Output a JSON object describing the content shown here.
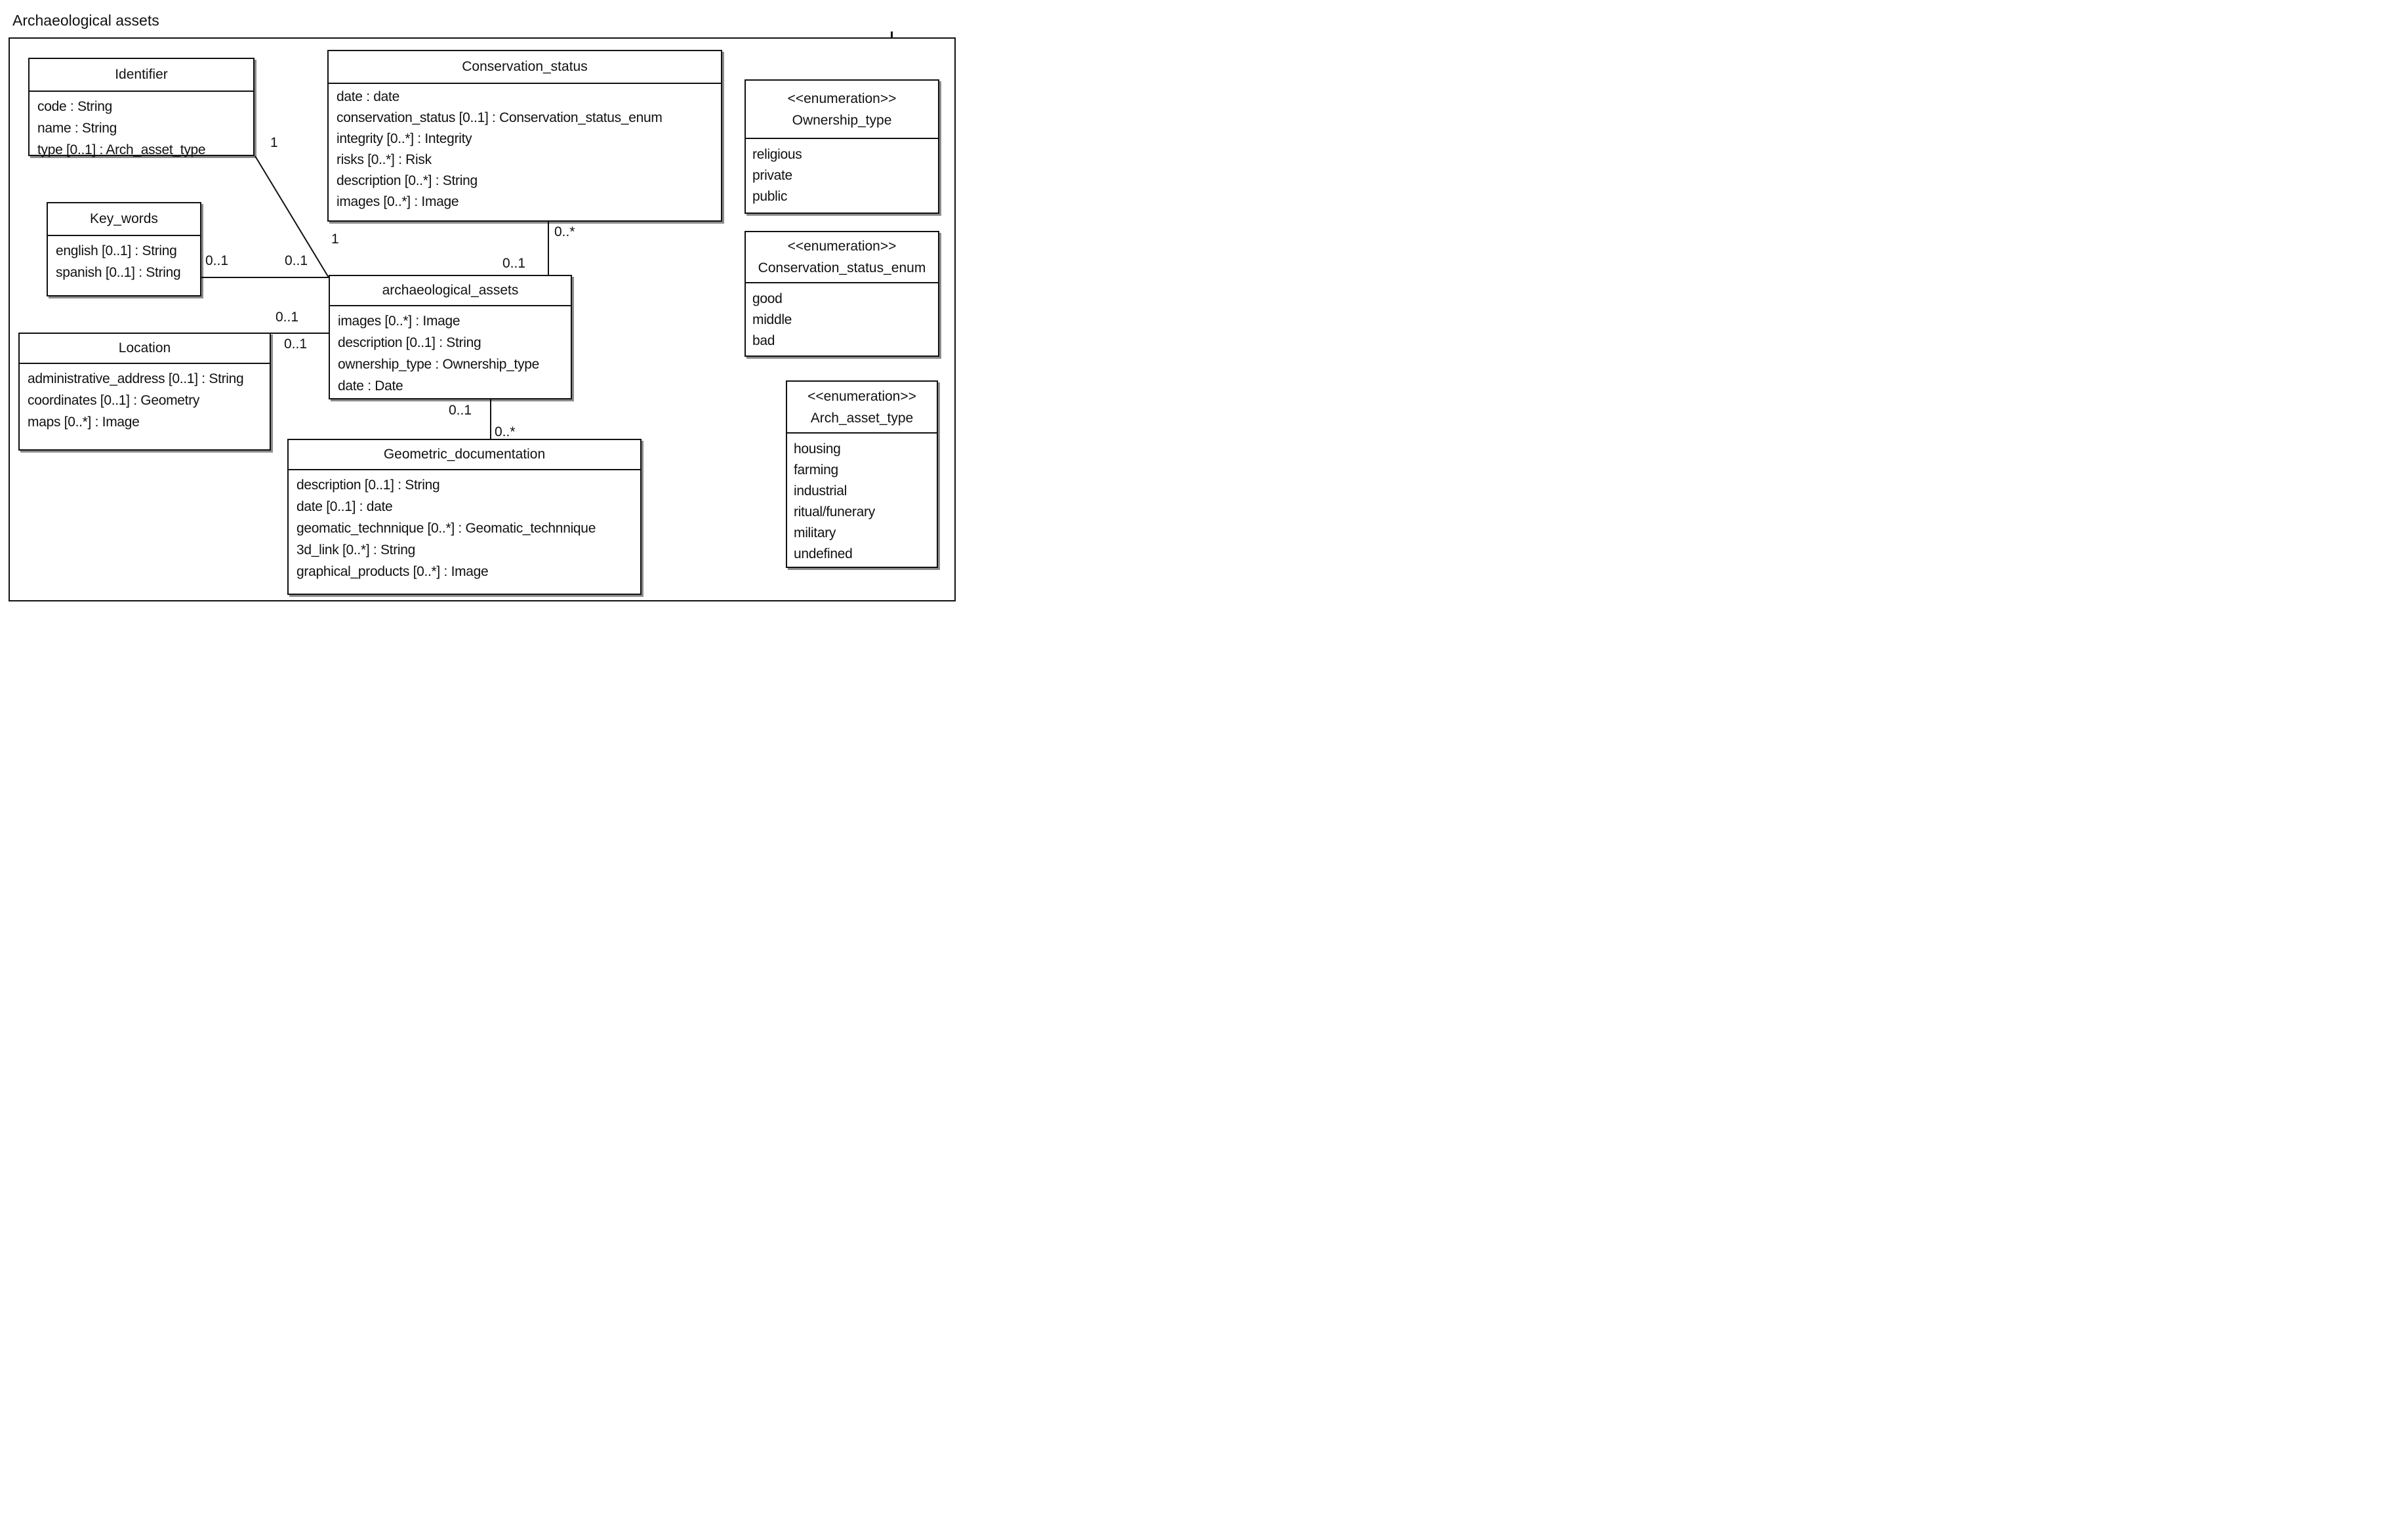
{
  "diagram": {
    "title": "Archaeological assets",
    "colors": {
      "line": "#111111",
      "background": "#ffffff",
      "shadow": "rgba(0,0,0,0.45)"
    },
    "classes": [
      {
        "name": "Identifier",
        "attributes": [
          "code : String",
          "name : String",
          "type [0..1] : Arch_asset_type"
        ]
      },
      {
        "name": "Conservation_status",
        "attributes": [
          "date : date",
          "conservation_status [0..1] : Conservation_status_enum",
          "integrity [0..*] : Integrity",
          "risks [0..*] : Risk",
          "description [0..*] : String",
          "images [0..*] : Image"
        ]
      },
      {
        "name": "Key_words",
        "attributes": [
          "english [0..1] : String",
          "spanish [0..1] : String"
        ]
      },
      {
        "name": "archaeological_assets",
        "attributes": [
          "images [0..*] : Image",
          "description [0..1] : String",
          "ownership_type : Ownership_type",
          "date : Date"
        ]
      },
      {
        "name": "Location",
        "attributes": [
          "administrative_address [0..1] : String",
          "coordinates [0..1] : Geometry",
          "maps [0..*] : Image"
        ]
      },
      {
        "name": "Geometric_documentation",
        "attributes": [
          "description [0..1] : String",
          "date [0..1] : date",
          "geomatic_technnique [0..*] : Geomatic_technnique",
          "3d_link [0..*] : String",
          "graphical_products [0..*] : Image"
        ]
      }
    ],
    "enums": [
      {
        "stereotype": "<<enumeration>>",
        "name": "Ownership_type",
        "values": [
          "religious",
          "private",
          "public"
        ]
      },
      {
        "stereotype": "<<enumeration>>",
        "name": "Conservation_status_enum",
        "values": [
          "good",
          "middle",
          "bad"
        ]
      },
      {
        "stereotype": "<<enumeration>>",
        "name": "Arch_asset_type",
        "values": [
          "housing",
          "farming",
          "industrial",
          "ritual/funerary",
          "military",
          "undefined"
        ]
      }
    ],
    "associations": [
      {
        "from": "Identifier",
        "to": "archaeological_assets",
        "from_multiplicity": "1",
        "to_multiplicity": "1"
      },
      {
        "from": "Key_words",
        "to": "archaeological_assets",
        "from_multiplicity": "0..1",
        "to_multiplicity": "0..1"
      },
      {
        "from": "Conservation_status",
        "to": "archaeological_assets",
        "from_multiplicity": "0..*",
        "to_multiplicity": "0..1"
      },
      {
        "from": "Location",
        "to": "archaeological_assets",
        "from_multiplicity": "0..1",
        "to_multiplicity": "0..1"
      },
      {
        "from": "Geometric_documentation",
        "to": "archaeological_assets",
        "from_multiplicity": "0..*",
        "to_multiplicity": "0..1"
      }
    ]
  }
}
